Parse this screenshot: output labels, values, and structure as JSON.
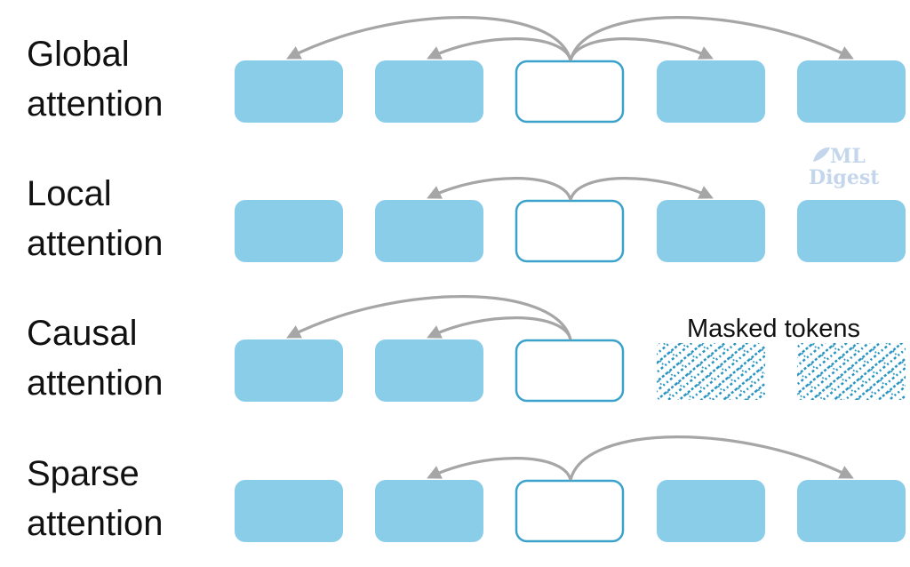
{
  "colors": {
    "token_fill": "#8acde9",
    "query_border": "#3aa2cb",
    "arrow": "#a6a6a6",
    "mask_pattern": "#2592bf",
    "text": "#111111"
  },
  "rows": [
    {
      "label_lines": [
        "Global",
        "attention"
      ],
      "tokens": [
        "filled",
        "filled",
        "query",
        "filled",
        "filled"
      ],
      "attends_to": [
        0,
        1,
        3,
        4
      ]
    },
    {
      "label_lines": [
        "Local",
        "attention"
      ],
      "tokens": [
        "filled",
        "filled",
        "query",
        "filled",
        "filled"
      ],
      "attends_to": [
        1,
        3
      ]
    },
    {
      "label_lines": [
        "Causal",
        "attention"
      ],
      "tokens": [
        "filled",
        "filled",
        "query",
        "masked",
        "masked"
      ],
      "attends_to": [
        0,
        1
      ]
    },
    {
      "label_lines": [
        "Sparse",
        "attention"
      ],
      "tokens": [
        "filled",
        "filled",
        "query",
        "filled",
        "filled"
      ],
      "attends_to": [
        1,
        4
      ]
    }
  ],
  "masked_label": "Masked tokens",
  "watermark": {
    "line1": "ML",
    "line2": "Digest",
    "icon": "leaf-icon"
  }
}
